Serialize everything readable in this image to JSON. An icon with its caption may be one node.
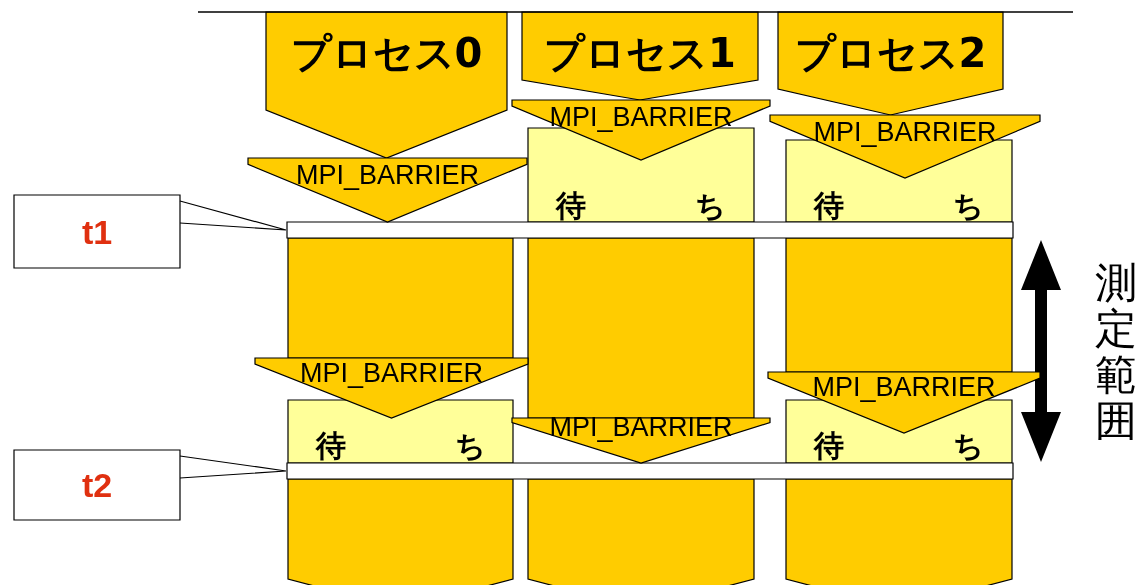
{
  "diagram": {
    "nodes": [
      {
        "text": [
          "プロセス0"
        ]
      },
      {
        "text": [
          "プロセス1"
        ]
      },
      {
        "text": [
          "プロセス2"
        ]
      },
      {
        "text": [
          "MPI_BARRIER"
        ]
      },
      {
        "text": [
          "MPI_BARRIER"
        ]
      },
      {
        "text": [
          "MPI_BARRIER"
        ]
      },
      {
        "text": [
          "待ち"
        ]
      },
      {
        "text": [
          "待ち"
        ]
      },
      {
        "text": [
          "t1"
        ]
      },
      {
        "text": [],
        "shape": "bar"
      },
      {
        "text": [],
        "shape": "box"
      },
      {
        "text": [],
        "shape": "box"
      },
      {
        "text": [],
        "shape": "box"
      },
      {
        "text": [
          "MPI_BARRIER"
        ]
      },
      {
        "text": [
          "MPI_BARRIER"
        ]
      },
      {
        "text": [
          "待ち"
        ]
      },
      {
        "text": [
          "MPI_BARRIER"
        ]
      },
      {
        "text": [
          "待ち"
        ]
      },
      {
        "text": [
          "t2"
        ]
      },
      {
        "text": [],
        "shape": "bar"
      },
      {
        "text": [],
        "shape": "box"
      },
      {
        "text": [],
        "shape": "box"
      },
      {
        "text": [],
        "shape": "box"
      },
      {
        "text": [
          "測定範囲"
        ]
      }
    ],
    "edges": [
      {
        "from": 8,
        "to": 9,
        "arrow": "none"
      },
      {
        "from": 18,
        "to": 19,
        "arrow": "none"
      }
    ]
  }
}
